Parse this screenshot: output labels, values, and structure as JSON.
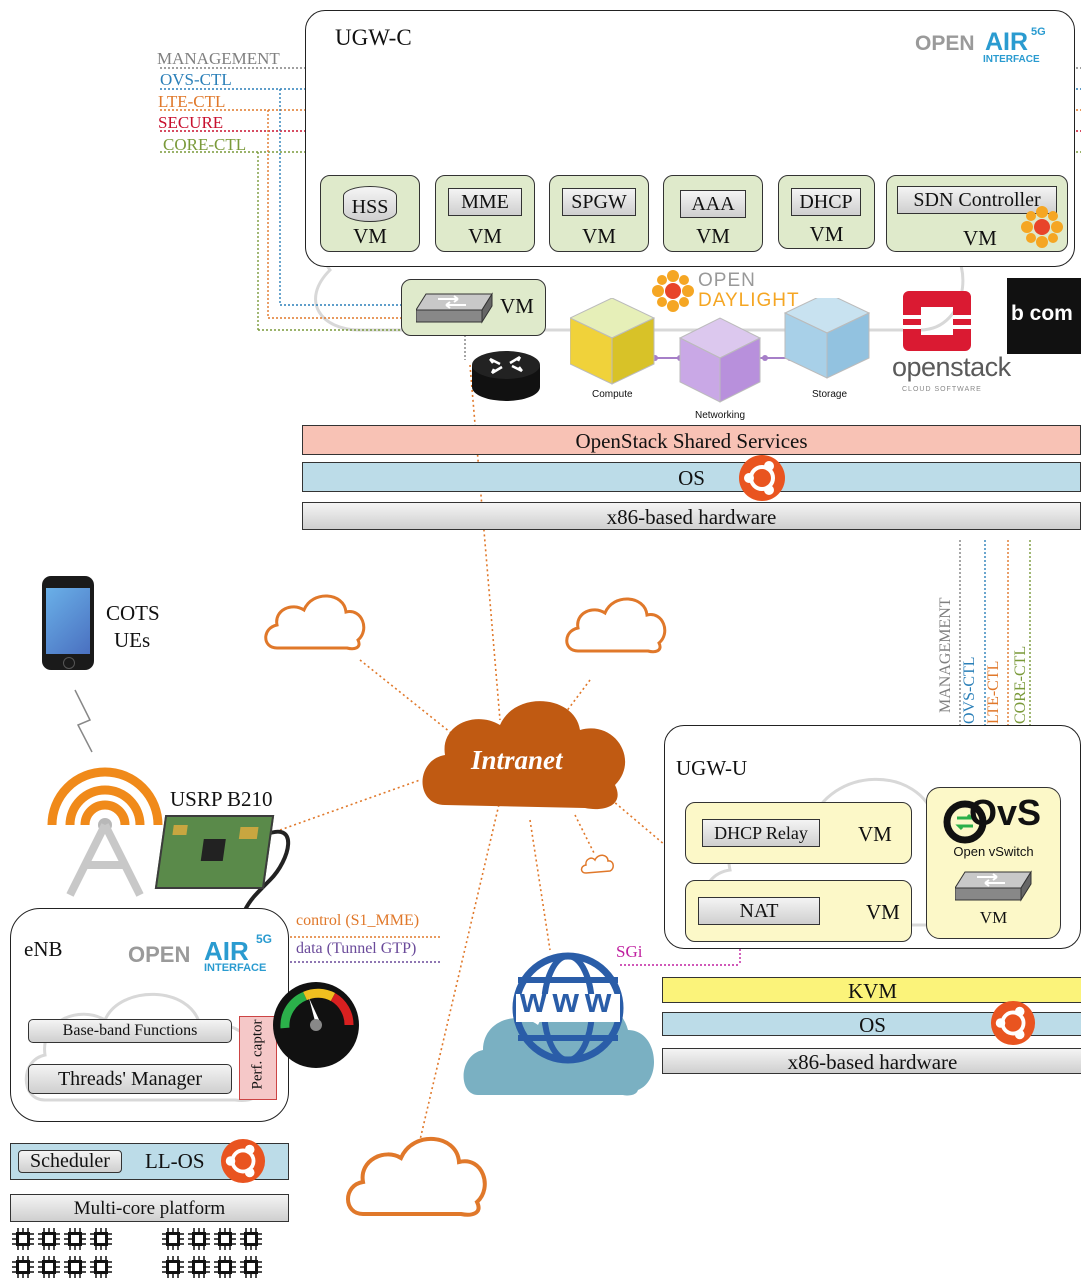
{
  "ugwc": {
    "title": "UGW-C",
    "networks": [
      "MANAGEMENT",
      "OVS-CTL",
      "LTE-CTL",
      "SECURE",
      "CORE-CTL"
    ],
    "network_colors": [
      "#808080",
      "#2a7fb8",
      "#e0782a",
      "#c8102e",
      "#7a9a3a"
    ],
    "vms": [
      {
        "label": "HSS",
        "vm": "VM"
      },
      {
        "label": "MME",
        "vm": "VM"
      },
      {
        "label": "SPGW",
        "vm": "VM"
      },
      {
        "label": "AAA",
        "vm": "VM"
      },
      {
        "label": "DHCP",
        "vm": "VM"
      },
      {
        "label": "SDN Controller",
        "vm": "VM"
      }
    ],
    "switch_vm": "VM",
    "logo_open": "OPEN",
    "logo_air": "AIR",
    "logo_5g": "5G",
    "logo_interface": "INTERFACE"
  },
  "opendaylight": {
    "line1": "OPEN",
    "line2": "DAYLIGHT"
  },
  "openstack_diagram": {
    "compute": "Compute",
    "networking": "Networking",
    "storage": "Storage"
  },
  "openstack_logo": {
    "name": "openstack",
    "tagline": "CLOUD SOFTWARE"
  },
  "bcom": "b com",
  "ugwc_stack": {
    "shared": "OpenStack Shared Services",
    "os": "OS",
    "hw": "x86-based hardware"
  },
  "ue": {
    "line1": "COTS",
    "line2": "UEs"
  },
  "usrp": "USRP B210",
  "intranet": "Intranet",
  "enb": {
    "title": "eNB",
    "baseband": "Base-band Functions",
    "threads": "Threads' Manager",
    "perf": "Perf. captor",
    "logo_open": "OPEN",
    "logo_air": "AIR",
    "logo_5g": "5G",
    "logo_interface": "INTERFACE"
  },
  "legend": {
    "control": "control (S1_MME)",
    "data": "data  (Tunnel GTP)",
    "control_color": "#e0782a",
    "data_color": "#6a4a9a"
  },
  "enb_stack": {
    "scheduler": "Scheduler",
    "llos": "LL-OS",
    "multicore": "Multi-core platform"
  },
  "ugwu": {
    "title": "UGW-U",
    "dhcp_relay": "DHCP Relay",
    "nat": "NAT",
    "vm": "VM",
    "ovs_name": "OvS",
    "ovs_sub": "Open vSwitch",
    "ovs_vm": "VM",
    "networks": [
      "MANAGEMENT",
      "OVS-CTL",
      "LTE-CTL",
      "CORE-CTL"
    ]
  },
  "sgi": "SGi",
  "www": "www",
  "ugwu_stack": {
    "kvm": "KVM",
    "os": "OS",
    "hw": "x86-based hardware"
  }
}
